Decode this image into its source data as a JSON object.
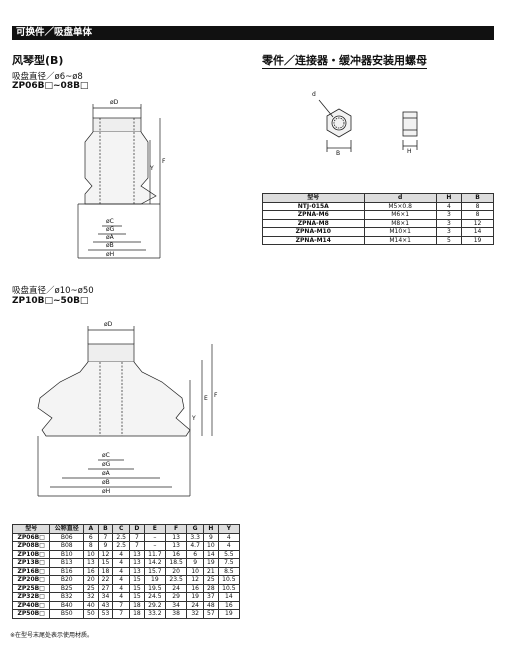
{
  "header": {
    "title": "可换件／吸盘单体"
  },
  "left": {
    "section_title": "风琴型(B)",
    "small": {
      "dia_label": "吸盘直径／ø6~ø8",
      "model": "ZP06B□~08B□"
    },
    "large": {
      "dia_label": "吸盘直径／ø10~ø50",
      "model": "ZP10B□~50B□"
    }
  },
  "right": {
    "section_title": "零件／连接器・缓冲器安装用螺母"
  },
  "dims": {
    "D": "øD",
    "C": "øC",
    "G": "øG",
    "A": "øA",
    "B": "øB",
    "H": "øH",
    "F": "F",
    "Y": "Y",
    "E": "E",
    "d": "d",
    "Bn": "B",
    "Hn": "H"
  },
  "nut_table": {
    "headers": [
      "型号",
      "d",
      "H",
      "B"
    ],
    "rows": [
      [
        "NTJ-015A",
        "M5×0.8",
        "4",
        "8"
      ],
      [
        "ZPNA-M6",
        "M6×1",
        "3",
        "8"
      ],
      [
        "ZPNA-M8",
        "M8×1",
        "3",
        "12"
      ],
      [
        "ZPNA-M10",
        "M10×1",
        "3",
        "14"
      ],
      [
        "ZPNA-M14",
        "M14×1",
        "5",
        "19"
      ]
    ]
  },
  "pad_table": {
    "headers": [
      "型号",
      "公称直径",
      "A",
      "B",
      "C",
      "D",
      "E",
      "F",
      "G",
      "H",
      "Y"
    ],
    "rows": [
      [
        "ZP06B□",
        "B06",
        "6",
        "7",
        "2.5",
        "7",
        "–",
        "13",
        "3.3",
        "9",
        "4"
      ],
      [
        "ZP08B□",
        "B08",
        "8",
        "9",
        "2.5",
        "7",
        "–",
        "13",
        "4.7",
        "10",
        "4"
      ],
      [
        "ZP10B□",
        "B10",
        "10",
        "12",
        "4",
        "13",
        "11.7",
        "16",
        "6",
        "14",
        "5.5"
      ],
      [
        "ZP13B□",
        "B13",
        "13",
        "15",
        "4",
        "13",
        "14.2",
        "18.5",
        "9",
        "19",
        "7.5"
      ],
      [
        "ZP16B□",
        "B16",
        "16",
        "18",
        "4",
        "13",
        "15.7",
        "20",
        "10",
        "21",
        "8.5"
      ],
      [
        "ZP20B□",
        "B20",
        "20",
        "22",
        "4",
        "15",
        "19",
        "23.5",
        "12",
        "25",
        "10.5"
      ],
      [
        "ZP25B□",
        "B25",
        "25",
        "27",
        "4",
        "15",
        "19.5",
        "24",
        "16",
        "28",
        "10.5"
      ],
      [
        "ZP32B□",
        "B32",
        "32",
        "34",
        "4",
        "15",
        "24.5",
        "29",
        "19",
        "37",
        "14"
      ],
      [
        "ZP40B□",
        "B40",
        "40",
        "43",
        "7",
        "18",
        "29.2",
        "34",
        "24",
        "48",
        "16"
      ],
      [
        "ZP50B□",
        "B50",
        "50",
        "53",
        "7",
        "18",
        "33.2",
        "38",
        "32",
        "57",
        "19"
      ]
    ]
  },
  "note": "※在型号末尾处表示使用材质。"
}
